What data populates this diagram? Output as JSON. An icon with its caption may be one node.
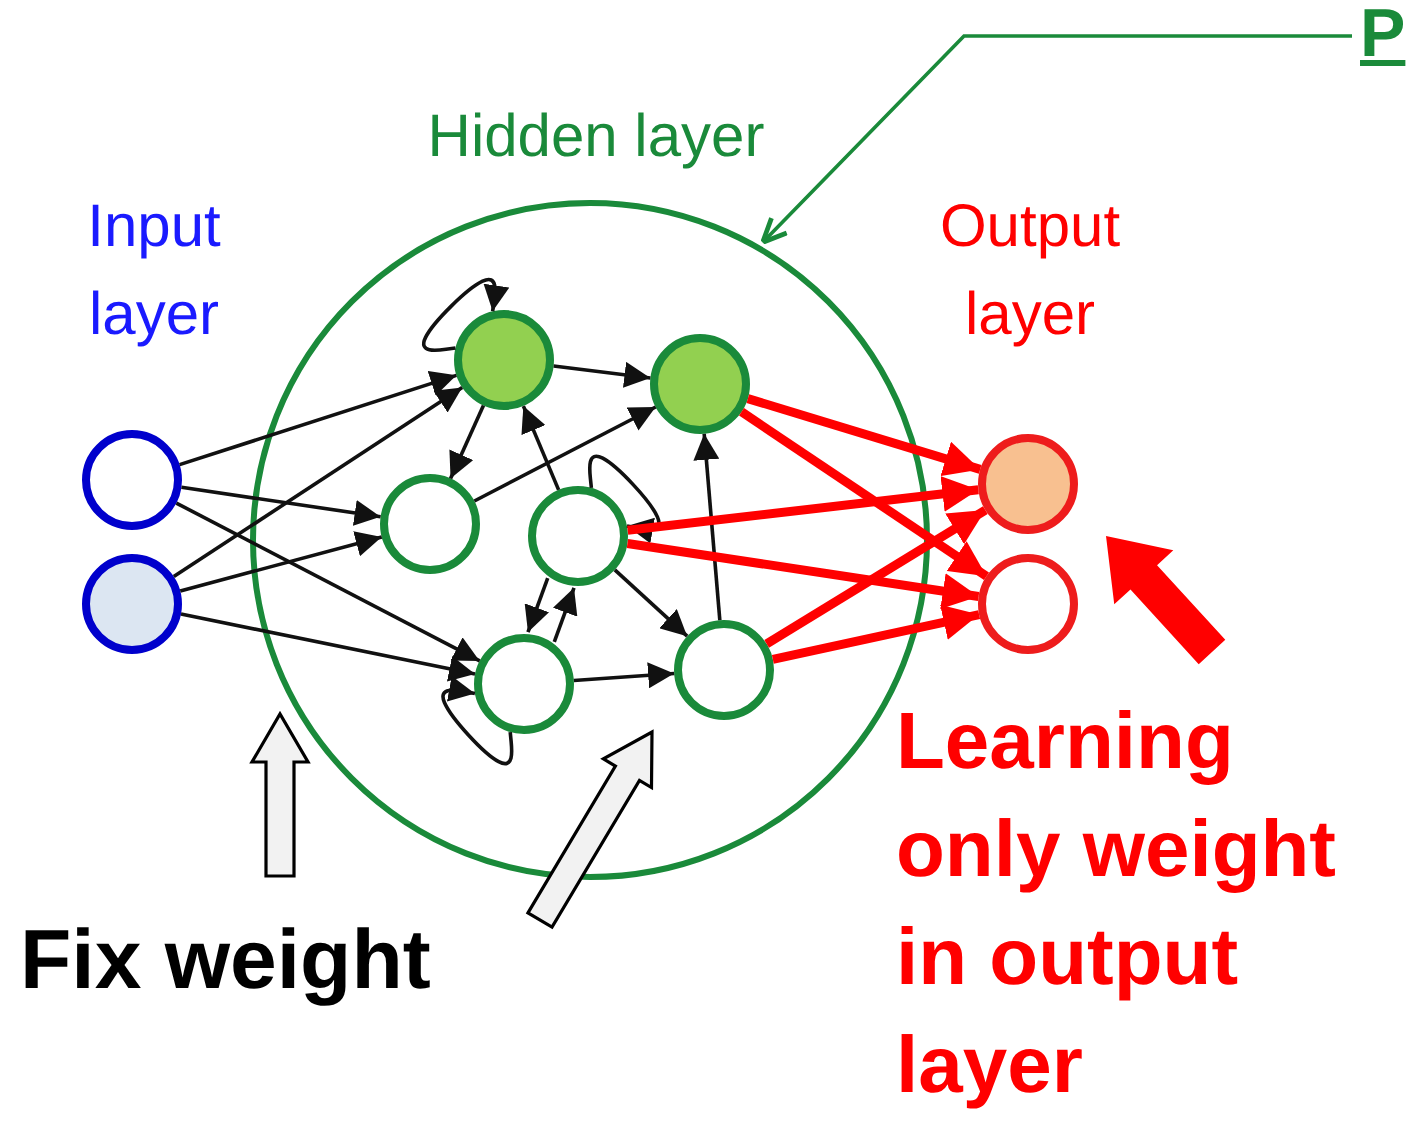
{
  "diagram": {
    "nodes": [
      {
        "text": [
          "Hidden layer"
        ]
      },
      {
        "text": [
          "P"
        ]
      },
      {
        "text": [],
        "shape": "circle"
      },
      {
        "text": [],
        "shape": "circle"
      },
      {
        "text": [],
        "shape": "circle",
        "in": 0
      },
      {
        "text": [],
        "shape": "circle",
        "in": 0
      },
      {
        "text": [],
        "shape": "circle",
        "in": 0
      },
      {
        "text": [],
        "shape": "circle",
        "in": 0
      },
      {
        "text": [],
        "shape": "circle",
        "in": 0
      },
      {
        "text": [],
        "shape": "circle",
        "in": 0
      },
      {
        "text": [],
        "shape": "circle"
      },
      {
        "text": [],
        "shape": "circle"
      },
      {
        "text": [
          "Fix weight"
        ]
      },
      {
        "text": [
          "Learning only weight in output layer"
        ]
      }
    ],
    "edges": [
      {
        "from": 2,
        "to": 4,
        "arrow": "to"
      },
      {
        "from": 2,
        "to": 6,
        "arrow": "to"
      },
      {
        "from": 2,
        "to": 8,
        "arrow": "to"
      },
      {
        "from": 3,
        "to": 4,
        "arrow": "to"
      },
      {
        "from": 3,
        "to": 6,
        "arrow": "to"
      },
      {
        "from": 3,
        "to": 8,
        "arrow": "to"
      },
      {
        "from": 4,
        "to": 4,
        "arrow": "to"
      },
      {
        "from": 4,
        "to": 5,
        "arrow": "to"
      },
      {
        "from": 4,
        "to": 6,
        "arrow": "to"
      },
      {
        "from": 7,
        "to": 4,
        "arrow": "to"
      },
      {
        "from": 6,
        "to": 5,
        "arrow": "to"
      },
      {
        "from": 7,
        "to": 7,
        "arrow": "to"
      },
      {
        "from": 7,
        "to": 8,
        "arrow": "to"
      },
      {
        "from": 8,
        "to": 7,
        "arrow": "to"
      },
      {
        "from": 7,
        "to": 9,
        "arrow": "to"
      },
      {
        "from": 8,
        "to": 9,
        "arrow": "to"
      },
      {
        "from": 9,
        "to": 5,
        "arrow": "to"
      },
      {
        "from": 8,
        "to": 8,
        "arrow": "to"
      },
      {
        "from": 5,
        "to": 10,
        "arrow": "to",
        "style": "thick",
        "color": "#ff0000"
      },
      {
        "from": 5,
        "to": 11,
        "arrow": "to",
        "style": "thick",
        "color": "#ff0000"
      },
      {
        "from": 7,
        "to": 10,
        "arrow": "to",
        "style": "thick",
        "color": "#ff0000"
      },
      {
        "from": 7,
        "to": 11,
        "arrow": "to",
        "style": "thick",
        "color": "#ff0000"
      },
      {
        "from": 9,
        "to": 10,
        "arrow": "to",
        "style": "thick",
        "color": "#ff0000"
      },
      {
        "from": 9,
        "to": 11,
        "arrow": "to",
        "style": "thick",
        "color": "#ff0000"
      },
      {
        "from": 1,
        "to": 0,
        "arrow": "to",
        "color": "#1a8a3a"
      },
      {
        "from": 12,
        "to": 0,
        "arrow": "to",
        "style": "thick"
      },
      {
        "from": 12,
        "to": 0,
        "arrow": "to",
        "style": "thick"
      },
      {
        "from": 13,
        "to": null,
        "arrow": "to",
        "style": "thick",
        "color": "#ff0000"
      }
    ],
    "labels": [
      "Input layer",
      "Output layer"
    ]
  }
}
